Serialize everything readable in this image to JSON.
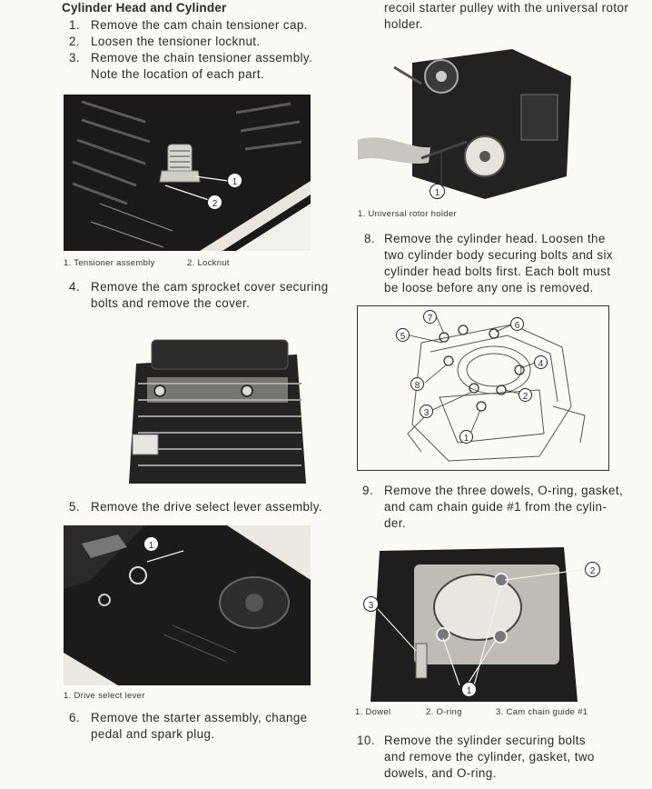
{
  "left": {
    "heading": "Cylinder Head and Cylinder",
    "steps_a": [
      {
        "n": "1.",
        "text": "Remove the cam chain tensioner cap."
      },
      {
        "n": "2.",
        "text": "Loosen the tensioner locknut."
      },
      {
        "n": "3.",
        "text": "Remove the chain tensioner assembly."
      }
    ],
    "step3_line2": "Note the location of each part.",
    "fig1": {
      "cap1": "1.  Tensioner assembly",
      "cap2": "2.  Locknut",
      "callout1": "1",
      "callout2": "2"
    },
    "step4": {
      "n": "4.",
      "line1": "Remove the cam sprocket cover securing",
      "line2": "bolts and remove the cover."
    },
    "step5": {
      "n": "5.",
      "line1": "Remove the drive select lever assembly."
    },
    "fig3": {
      "cap1": "1.  Drive select lever",
      "callout1": "1"
    },
    "step6": {
      "n": "6.",
      "line1": "Remove  the  starter  assembly,  change",
      "line2": "pedal and spark plug."
    }
  },
  "right": {
    "cont": {
      "line1": "recoil starter pulley with the universal rotor",
      "line2": "holder."
    },
    "fig4": {
      "cap1": "1.  Universal rotor holder",
      "callout1": "1"
    },
    "step8": {
      "n": "8.",
      "lines": [
        "Remove  the  cylinder  head.  Loosen  the",
        "two cylinder body securing bolts and six",
        "cylinder head bolts first. Each bolt must",
        "be loose before any one is removed."
      ]
    },
    "fig5": {
      "callouts": [
        "1",
        "2",
        "3",
        "4",
        "5",
        "6",
        "7",
        "8"
      ]
    },
    "step9": {
      "n": "9.",
      "lines": [
        "Remove the three dowels, O-ring, gasket,",
        "and cam chain guide #1 from the cylin-",
        "der."
      ]
    },
    "fig6": {
      "cap1": "1.  Dowel",
      "cap2": "2.  O-ring",
      "cap3": "3.  Cam chain guide  #1",
      "callout1": "1",
      "callout2": "2",
      "callout3": "3"
    },
    "step10": {
      "n": "10.",
      "lines": [
        "Remove  the  sylinder  securing  bolts",
        "and  remove  the  cylinder,  gasket,  two",
        "dowels, and O-ring."
      ]
    }
  }
}
